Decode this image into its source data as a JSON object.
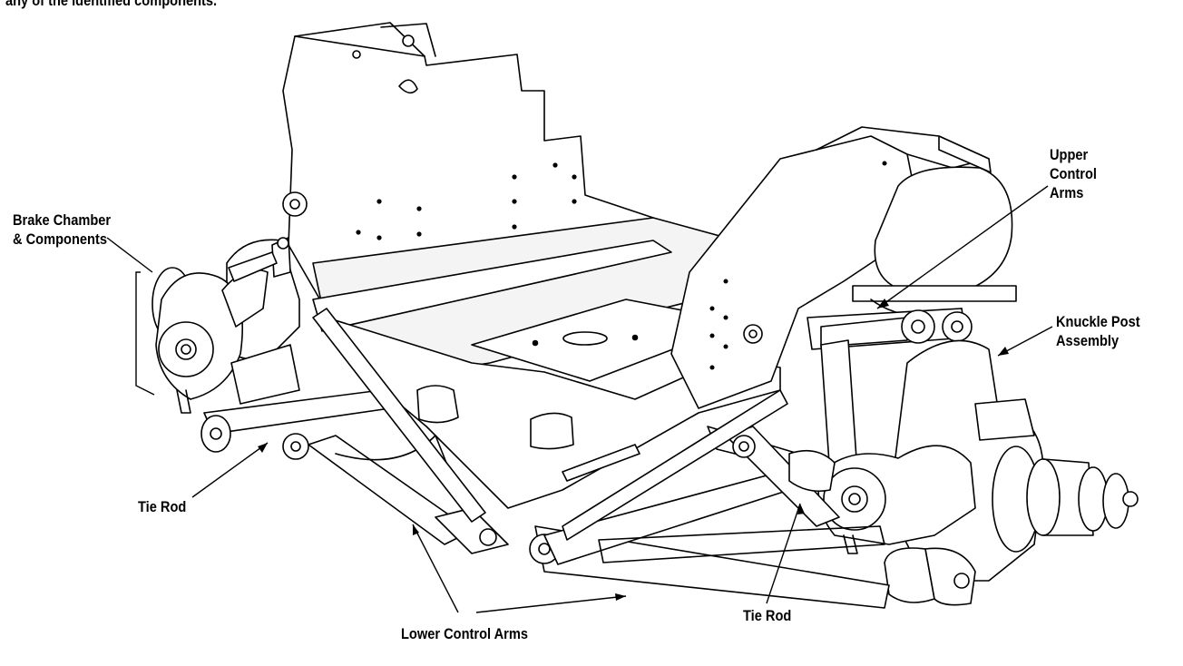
{
  "intro_text": "any of the identified components.",
  "labels": {
    "brake_chamber": [
      "Brake Chamber",
      "& Components"
    ],
    "upper_control_arms": [
      "Upper",
      "Control",
      "Arms"
    ],
    "knuckle_post": [
      "Knuckle Post",
      "Assembly"
    ],
    "tie_rod_left": "Tie Rod",
    "tie_rod_right": "Tie Rod",
    "lower_control_arms": "Lower Control Arms"
  },
  "colors": {
    "ink": "#000000",
    "paper": "#ffffff",
    "shade": "#d9d9d9"
  }
}
